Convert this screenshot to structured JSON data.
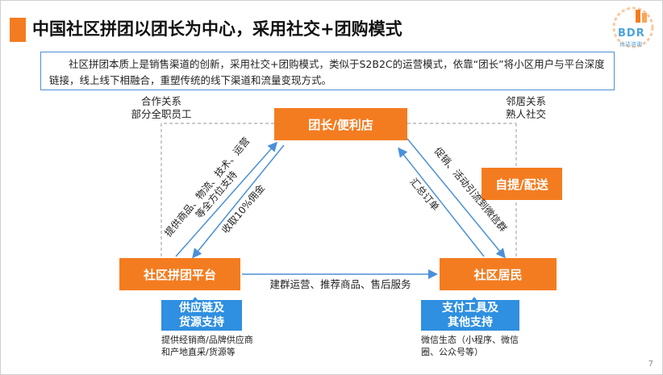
{
  "title": "中国社区拼团以团长为中心，采用社交+团购模式",
  "logo": {
    "text": "BDR",
    "subtitle": "比达咨询"
  },
  "intro": "社区拼团本质上是销售渠道的创新，采用社交+团购模式，类似于S2B2C的运营模式，依靠“团长”将小区用户与平台深度链接，线上线下相融合，重塑传统的线下渠道和流量变现方式。",
  "nodes": {
    "leader": "团长/便利店",
    "platform": "社区拼团平台",
    "residents": "社区居民",
    "pickup": "自提/配送"
  },
  "labels": {
    "left_top": "合作关系\n部分全职员工",
    "right_top": "邻居关系\n熟人社交",
    "left_arrow_outer": "提供商品、物流、技术、运营\n等全方位支持",
    "left_arrow_inner": "收取10%佣金",
    "right_arrow_outer": "促销、活动引流到微信群",
    "right_arrow_inner": "汇总订单",
    "bottom_arrow": "建群运营、推荐商品、售后服务"
  },
  "supports": {
    "supply": "供应链及\n货源支持",
    "supply_desc": "提供经销商/品牌供应商\n和产地直采/货源等",
    "payment": "支付工具及\n其他支持",
    "payment_desc": "微信生态（小程序、微信\n圈、公众号等）"
  },
  "page_number": "7",
  "colors": {
    "orange": "#f47c20",
    "blue": "#2f8fe0",
    "arrow": "#4a90d9",
    "dashed": "#aaaaaa"
  }
}
